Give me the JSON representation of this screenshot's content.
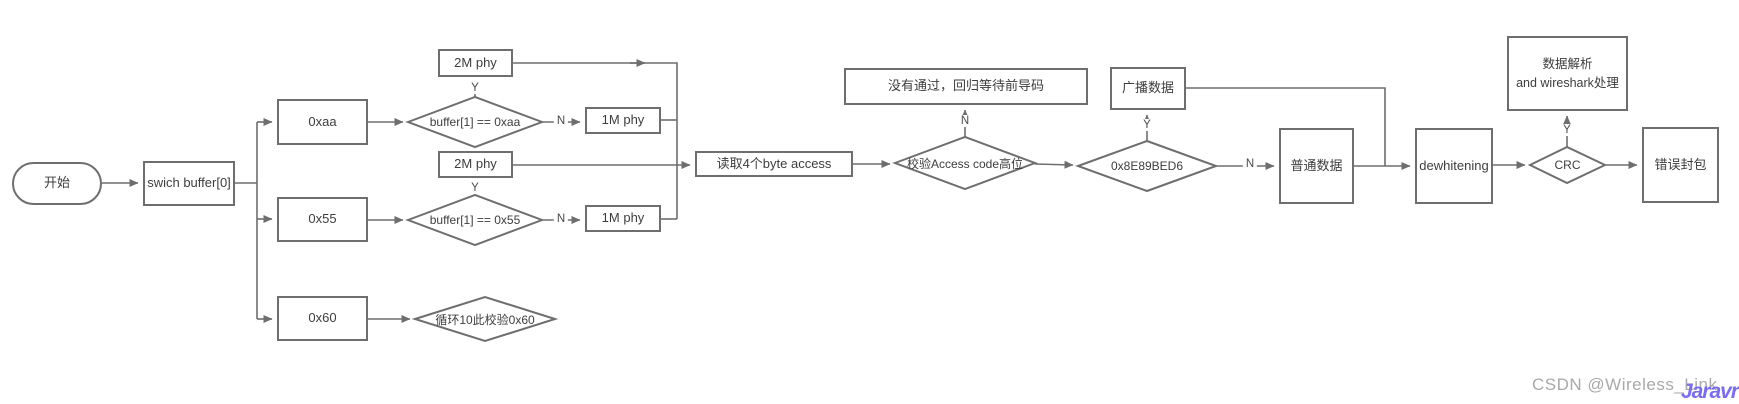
{
  "flowchart": {
    "nodes": {
      "start": "开始",
      "switch_buffer": "swich buffer[0]",
      "case_0xaa": "0xaa",
      "case_0x55": "0x55",
      "case_0x60": "0x60",
      "check_0xaa": "buffer[1] == 0xaa",
      "check_0x55": "buffer[1] == 0x55",
      "loop_check_0x60": "循环10此校验0x60",
      "phy_2m_top": "2M phy",
      "phy_2m_mid": "2M phy",
      "phy_1m_top": "1M phy",
      "phy_1m_mid": "1M phy",
      "read_access": "读取4个byte access",
      "check_access_code": "校验Access code高位",
      "not_passed": "没有通过，回归等待前导码",
      "access_address": "0x8E89BED6",
      "broadcast_data": "广播数据",
      "normal_data": "普通数据",
      "dewhitening": "dewhitening",
      "crc": "CRC",
      "parse_line1": "数据解析",
      "parse_line2": "and wireshark处理",
      "error_packet": "错误封包"
    },
    "edge_labels": {
      "check_0xaa_yes": "Y",
      "check_0xaa_no": "N",
      "check_0x55_yes": "Y",
      "check_0x55_no": "N",
      "access_code_no": "N",
      "access_address_yes": "Y",
      "access_address_no": "N",
      "crc_yes": "Y"
    }
  },
  "watermark": {
    "text": "CSDN @Wireless_Link",
    "logo": "Jaravr"
  },
  "colors": {
    "line": "#6e6e6e",
    "node_text": "#3d3d3d",
    "watermark_text": "#a9a9a9",
    "watermark_logo": "#7a6cf0"
  }
}
